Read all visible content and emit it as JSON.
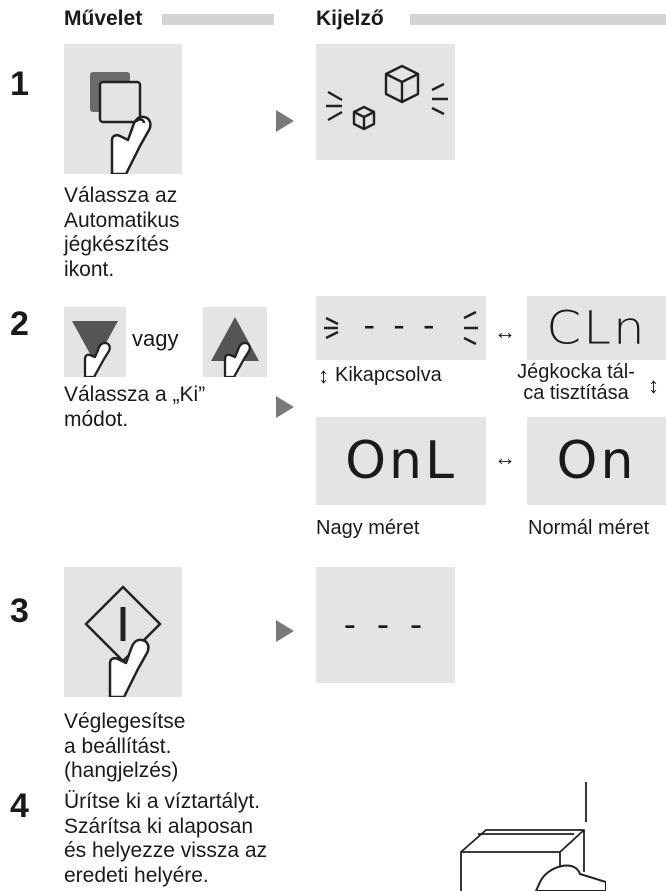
{
  "headers": {
    "operation": "Művelet",
    "display": "Kijelző"
  },
  "steps": [
    {
      "number": "1",
      "caption": [
        "Válassza az",
        "Automatikus",
        "jégkészítés",
        "ikont."
      ]
    },
    {
      "number": "2",
      "or_label": "vagy",
      "caption": [
        "Válassza a „Ki”",
        "módot."
      ]
    },
    {
      "number": "3",
      "caption": [
        "Véglegesítse",
        "a beállítást.",
        "(hangjelzés)"
      ]
    },
    {
      "number": "4",
      "caption": [
        "Ürítse ki a víztartályt.",
        "Szárítsa ki alaposan",
        "és helyezze vissza az",
        "eredeti helyére."
      ]
    }
  ],
  "modes": {
    "off": {
      "label": "Kikapcsolva",
      "display": "- - -"
    },
    "clean": {
      "label": [
        "Jégkocka tál-",
        "ca tisztítása"
      ],
      "display": "CLn"
    },
    "large": {
      "label": "Nagy méret",
      "display": "OnL"
    },
    "normal": {
      "label": "Normál méret",
      "display": "On"
    }
  },
  "step3_display": "- - -",
  "icons": {
    "auto_ice": "overlapping-squares-icon",
    "down": "down-triangle-icon",
    "up": "up-triangle-icon",
    "confirm": "power-diamond-icon",
    "ice_cubes": "ice-cubes-icon",
    "finger": "finger-press-icon",
    "arrow": "right-arrow-icon"
  },
  "colors": {
    "panel": "#e4e4e4",
    "header_bar": "#d4d4d4",
    "arrow": "#7a7a7a",
    "ink": "#1a1a1a"
  }
}
